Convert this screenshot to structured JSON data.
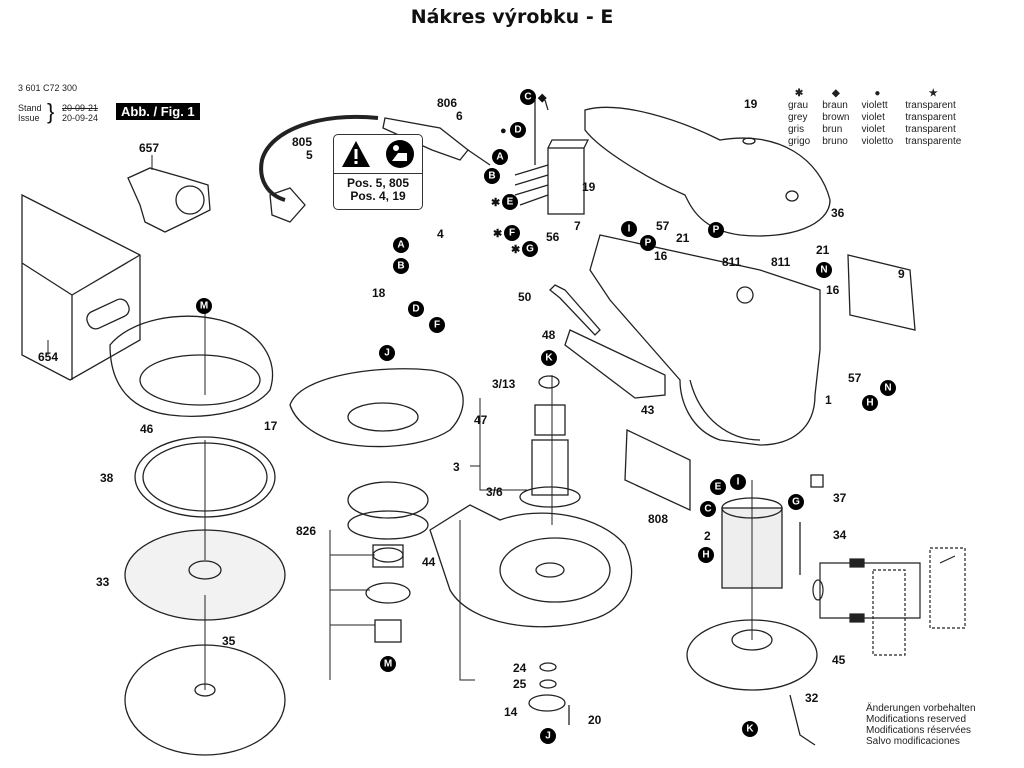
{
  "title": "Nákres výrobku - E",
  "header": {
    "part_number": "3 601 C72 300",
    "stand_label": "Stand",
    "issue_label": "Issue",
    "date_old": "20-09-21",
    "date_new": "20-09-24",
    "figure_label": "Abb. / Fig. 1"
  },
  "warning_box": {
    "icons": [
      "warning-triangle",
      "read-manual"
    ],
    "lines": [
      "Pos. 5, 805",
      "Pos. 4, 19"
    ]
  },
  "color_legend": [
    {
      "symbol": "✱",
      "names": [
        "grau",
        "grey",
        "gris",
        "grigo"
      ]
    },
    {
      "symbol": "◆",
      "names": [
        "braun",
        "brown",
        "brun",
        "bruno"
      ]
    },
    {
      "symbol": "●",
      "names": [
        "violett",
        "violet",
        "violet",
        "violetto"
      ]
    },
    {
      "symbol": "★",
      "names": [
        "transparent",
        "transparent",
        "transparent",
        "transparente"
      ]
    }
  ],
  "footer": [
    "Änderungen vorbehalten",
    "Modifications reserved",
    "Modifications réservées",
    "Salvo modificaciones"
  ],
  "part_labels": {
    "p657": "657",
    "p654": "654",
    "p805": "805",
    "p5": "5",
    "p806": "806",
    "p6": "6",
    "p4": "4",
    "p18": "18",
    "p56": "56",
    "p19a": "19",
    "p19b": "19",
    "p7": "7",
    "p57a": "57",
    "p16a": "16",
    "p21a": "21",
    "p811a": "811",
    "p811b": "811",
    "p21b": "21",
    "p16b": "16",
    "p36": "36",
    "p9": "9",
    "p57b": "57",
    "p1": "1",
    "p50": "50",
    "p48": "48",
    "p43": "43",
    "p313": "3/13",
    "p3": "3",
    "p36s": "3/6",
    "p47": "47",
    "p46": "46",
    "p17": "17",
    "p38": "38",
    "p33": "33",
    "p35": "35",
    "p826": "826",
    "p44": "44",
    "p808": "808",
    "p2": "2",
    "p37": "37",
    "p34": "34",
    "p45": "45",
    "p32": "32",
    "p24": "24",
    "p25": "25",
    "p14": "14",
    "p20": "20"
  },
  "connector_bubbles": [
    "A",
    "B",
    "C",
    "D",
    "E",
    "F",
    "G",
    "H",
    "I",
    "J",
    "K",
    "M",
    "N",
    "P"
  ]
}
